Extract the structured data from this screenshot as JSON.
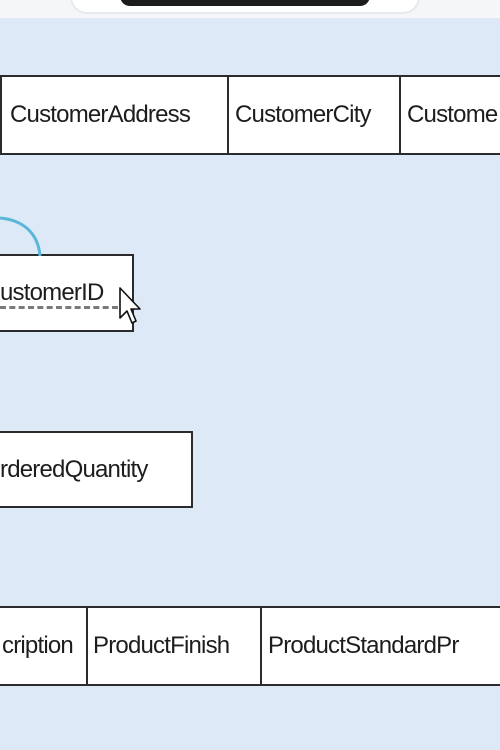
{
  "customer_row": {
    "cells": [
      "CustomerAddress",
      "CustomerCity",
      "Custome"
    ]
  },
  "customer_id_box": {
    "label": "ustomerID"
  },
  "ordered_quantity_box": {
    "label": "rderedQuantity"
  },
  "product_row": {
    "cells": [
      "cription",
      "ProductFinish",
      "ProductStandardPr"
    ]
  },
  "icons": {
    "cursor": "mouse-pointer-icon"
  },
  "colors": {
    "canvas": "#dde9f6",
    "border": "#2b2b2b",
    "connector": "#5bb7d8"
  }
}
